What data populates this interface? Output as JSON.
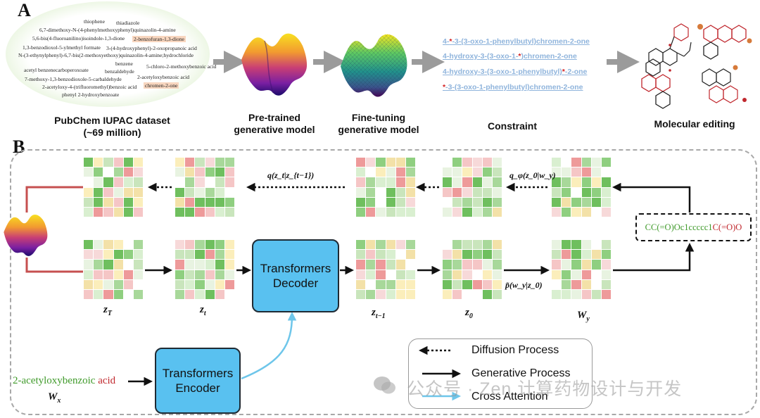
{
  "panel_a": {
    "letter": "A",
    "dataset_words": [
      "thiophene",
      "thiadiazole",
      "6,7-dimethoxy-N-(4-phenylmethoxyphenyl)quinazolin-4-amine",
      "5,6-bis(4-fluoroanilino)isoindole-1,3-dione",
      "2-benzofuran-1,3-dione",
      "1,3-benzodioxol-5-ylmethyl formate",
      "3-(4-hydroxyphenyl)-2-oxopropanoic acid",
      "N-(3-ethynylphenyl)-6,7-bis(2-methoxyethoxy)quinazolin-4-amine;hydrochloride",
      "benzene",
      "acetyl benzenecarboperoxoate",
      "benzaldehyde",
      "5-chloro-2-methoxybenzoic acid",
      "7-methoxy-1,3-benzodioxole-5-carbaldehyde",
      "2-acetyloxybenzoic acid",
      "2-acetyloxy-4-(trifluoromethyl)benzoic acid",
      "chromen-2-one",
      "phenyl 2-hydroxybenzoate"
    ],
    "dataset_caption_line1": "PubChem IUPAC dataset",
    "dataset_caption_line2": "(~69 million)",
    "pretrained_line1": "Pre-trained",
    "pretrained_line2": "generative model",
    "finetune_line1": "Fine-tuning",
    "finetune_line2": "generative model",
    "constraint_caption": "Constraint",
    "constraints": [
      {
        "pre": "4-",
        "star": "*",
        "post": "-3-(3-oxo-1-phenylbutyl)chromen-2-one"
      },
      {
        "pre": "4-hydroxy-3-(3-oxo-1-",
        "star": "*",
        "post": ")chromen-2-one"
      },
      {
        "pre": "4-hydroxy-3-(3-oxo-1-phenylbutyl)",
        "star": "*",
        "post": "-2-one"
      },
      {
        "pre": "",
        "star": "*",
        "post": "-3-(3-oxo-1-phenylbutyl)chromen-2-one"
      }
    ],
    "editing_caption": "Molecular editing"
  },
  "panel_b": {
    "letter": "B",
    "vars": {
      "zT": "z",
      "zT_sub": "T",
      "zt": "z",
      "zt_sub": "t",
      "zt1": "z",
      "zt1_sub": "t−1",
      "z0": "z",
      "z0_sub": "0",
      "wy": "W",
      "wy_sub": "y",
      "wx": "W",
      "wx_sub": "x"
    },
    "q_label": "q(z_t|z_{t−1})",
    "qphi_label": "q_φ(z_0|w_y)",
    "p_label": "p̃(w_y|z_0)",
    "decoder_line1": "Transformers",
    "decoder_line2": "Decoder",
    "encoder_line1": "Transformers",
    "encoder_line2": "Encoder",
    "input_green": "2-acetyloxybenzoic",
    "input_red": "acid",
    "smiles_green": "CC(=O)Oc1ccccc1",
    "smiles_red": "C(=O)O",
    "legend": {
      "diffusion": "Diffusion Process",
      "generative": "Generative Process",
      "cross": "Cross Attention"
    },
    "colors": {
      "green_text": "#3f9a2a",
      "red_text": "#c0272d",
      "box_blue": "#59c1f0",
      "cross_arrow": "#6ec6ea",
      "surface_wire": "#c65050"
    }
  },
  "watermark": "公众号 · Zen 计算药物设计与开发"
}
